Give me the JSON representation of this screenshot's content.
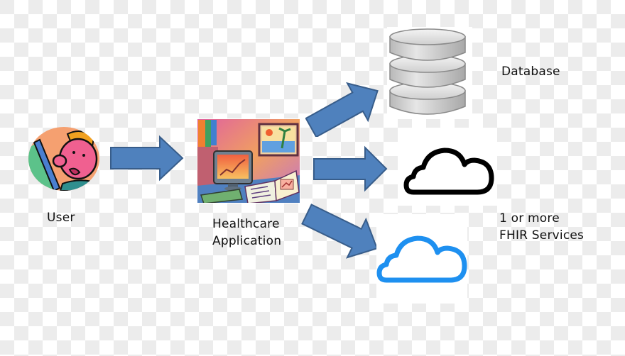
{
  "diagram": {
    "nodes": {
      "user": {
        "label": "User",
        "icon": "user-avatar-icon"
      },
      "app": {
        "label_line1": "Healthcare",
        "label_line2": "Application",
        "icon": "healthcare-app-illustration"
      },
      "database": {
        "label": "Database",
        "icon": "database-icon"
      },
      "fhir": {
        "label_line1": "1 or more",
        "label_line2": "FHIR Services",
        "icons": [
          "cloud-icon-black",
          "cloud-icon-blue"
        ]
      }
    },
    "edges": [
      {
        "from": "User",
        "to": "Healthcare Application"
      },
      {
        "from": "Healthcare Application",
        "to": "Database"
      },
      {
        "from": "Healthcare Application",
        "to": "FHIR Service (black cloud)"
      },
      {
        "from": "Healthcare Application",
        "to": "FHIR Service (blue cloud)"
      }
    ],
    "colors": {
      "arrow_fill": "#4f81bd",
      "arrow_stroke": "#385d8a",
      "cloud_black": "#000000",
      "cloud_blue": "#1e90f0",
      "checker": "#ececec"
    }
  }
}
